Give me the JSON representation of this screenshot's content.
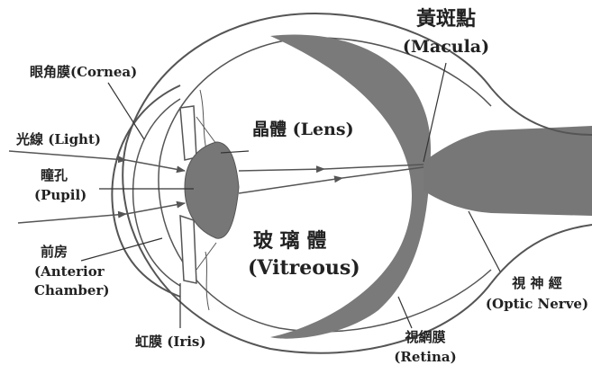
{
  "labels": {
    "macula_cn": "黃斑點",
    "macula_en": "(Macula)",
    "cornea": "眼角膜(Cornea)",
    "lens": "晶體 (Lens)",
    "light": "光線 (Light)",
    "pupil_cn": "瞳孔",
    "pupil_en": "(Pupil)",
    "anterior_cn": "前房",
    "anterior_en1": "(Anterior",
    "anterior_en2": "Chamber)",
    "vitreous_cn": "玻 璃 體",
    "vitreous_en": "(Vitreous)",
    "optic_cn": "視 神 經",
    "optic_en": "(Optic Nerve)",
    "retina_cn": "視網膜",
    "retina_en": "(Retina)",
    "iris": "虹膜 (Iris)"
  },
  "colors": {
    "line": "#555555",
    "fill_dark": "#777777",
    "fill_retina": "#7a7a7a",
    "text": "#222222"
  }
}
